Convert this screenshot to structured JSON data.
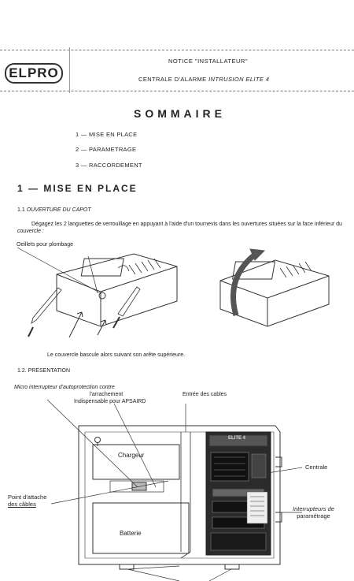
{
  "header": {
    "logo_text": "ELPRO",
    "notice": "NOTICE \"INSTALLATEUR\"",
    "centrale_prefix": "CENTRALE D'ALARME ",
    "centrale_italic": "INTRUSION ELITE 4"
  },
  "sommaire": {
    "title": "SOMMAIRE",
    "items": [
      "1 — MISE EN PLACE",
      "2 — PARAMETRAGE",
      "3 — RACCORDEMENT"
    ]
  },
  "section1": {
    "title": "1 — MISE EN PLACE",
    "sub1_prefix": "1.1 ",
    "sub1_italic": "OUVERTURE DU CAPOT",
    "para_main": "Dégagez les 2 languettes de verrouillage en appuyant à l'aide d'un tournevis dans les ouvertures situées sur la face inférieur du ",
    "para_italic": "couvercle :",
    "label_oeillets": "Oeillets pour plombage",
    "caption": "Le couvercle bascule alors suivant son arête supérieure.",
    "sub2": "1.2. PRESENTATION"
  },
  "presentation": {
    "micro_line1": "Micro interrupteur d'autoprotection contre",
    "micro_line2": "l'arrachement",
    "micro_line3": "Indispensable pour APSAIRD",
    "entree": "Entrée des cables",
    "chargeur": "Chargeur",
    "point_line1": "Point d'attache",
    "point_line2": "des câbles",
    "batterie": "Batterie",
    "centrale": "Centrale",
    "interr_line1": "Interrupteurs de",
    "interr_line2": "paramétrage",
    "board_label": "ELITE 4"
  }
}
